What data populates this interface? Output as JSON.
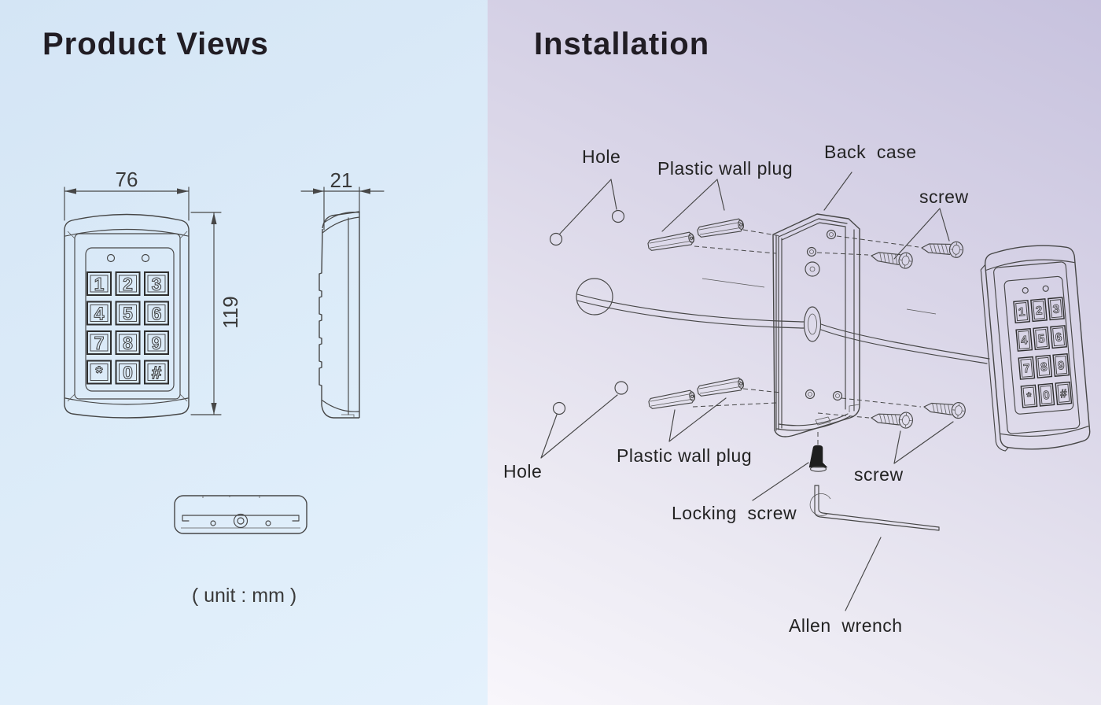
{
  "left_panel": {
    "title": "Product Views",
    "front_view": {
      "width_dim": "76",
      "height_dim": "119"
    },
    "side_view": {
      "depth_dim": "21"
    },
    "unit_note": "( unit : mm )",
    "keypad_keys": [
      "1",
      "2",
      "3",
      "4",
      "5",
      "6",
      "7",
      "8",
      "9",
      "*",
      "0",
      "#"
    ]
  },
  "right_panel": {
    "title": "Installation",
    "labels": {
      "hole_top": "Hole",
      "plastic_wall_plug_top": "Plastic wall plug",
      "back_case": "Back  case",
      "screw_top": "screw",
      "hole_bottom": "Hole",
      "plastic_wall_plug_bottom": "Plastic wall plug",
      "locking_screw": "Locking  screw",
      "screw_bottom": "screw",
      "allen_wrench": "Allen  wrench"
    },
    "keypad_keys": [
      "1",
      "2",
      "3",
      "4",
      "5",
      "6",
      "7",
      "8",
      "9",
      "*",
      "0",
      "#"
    ]
  },
  "colors": {
    "left_background_top": "#d4e5f5",
    "left_background_bottom": "#e4f1fc",
    "right_background_top": "#c7c2de",
    "right_background_bottom": "#f8f6fb",
    "line_art": "#474747",
    "text": "#232323",
    "title_text": "#211d24"
  }
}
